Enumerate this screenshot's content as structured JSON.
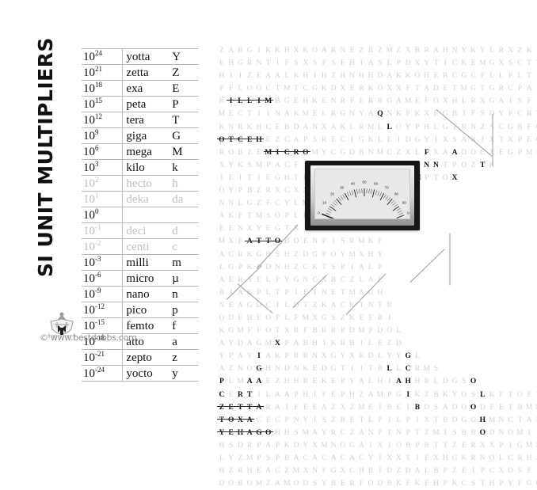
{
  "page": {
    "title": "SI UNIT MULTIPLIERS",
    "background_color": "#ffffff",
    "grid_letter_color": "#d2d2d2",
    "found_letter_color": "#111111",
    "dim_row_color": "#c0c0c0"
  },
  "table": {
    "columns": [
      "power",
      "prefix",
      "symbol"
    ],
    "rows": [
      {
        "power": "10",
        "exp": "24",
        "name": "yotta",
        "symbol": "Y",
        "dim": false
      },
      {
        "power": "10",
        "exp": "21",
        "name": "zetta",
        "symbol": "Z",
        "dim": false
      },
      {
        "power": "10",
        "exp": "18",
        "name": "exa",
        "symbol": "E",
        "dim": false
      },
      {
        "power": "10",
        "exp": "15",
        "name": "peta",
        "symbol": "P",
        "dim": false
      },
      {
        "power": "10",
        "exp": "12",
        "name": "tera",
        "symbol": "T",
        "dim": false
      },
      {
        "power": "10",
        "exp": "9",
        "name": "giga",
        "symbol": "G",
        "dim": false
      },
      {
        "power": "10",
        "exp": "6",
        "name": "mega",
        "symbol": "M",
        "dim": false
      },
      {
        "power": "10",
        "exp": "3",
        "name": "kilo",
        "symbol": "k",
        "dim": false
      },
      {
        "power": "10",
        "exp": "2",
        "name": "hecto",
        "symbol": "h",
        "dim": true
      },
      {
        "power": "10",
        "exp": "1",
        "name": "deka",
        "symbol": "da",
        "dim": true
      },
      {
        "power": "10",
        "exp": "0",
        "name": "",
        "symbol": "",
        "dim": false
      },
      {
        "power": "10",
        "exp": "-1",
        "name": "deci",
        "symbol": "d",
        "dim": true
      },
      {
        "power": "10",
        "exp": "-2",
        "name": "centi",
        "symbol": "c",
        "dim": true
      },
      {
        "power": "10",
        "exp": "-3",
        "name": "milli",
        "symbol": "m",
        "dim": false
      },
      {
        "power": "10",
        "exp": "-6",
        "name": "micro",
        "symbol": "µ",
        "dim": false
      },
      {
        "power": "10",
        "exp": "-9",
        "name": "nano",
        "symbol": "n",
        "dim": false
      },
      {
        "power": "10",
        "exp": "-12",
        "name": "pico",
        "symbol": "p",
        "dim": false
      },
      {
        "power": "10",
        "exp": "-15",
        "name": "femto",
        "symbol": "f",
        "dim": false
      },
      {
        "power": "10",
        "exp": "-18",
        "name": "atto",
        "symbol": "a",
        "dim": false
      },
      {
        "power": "10",
        "exp": "-21",
        "name": "zepto",
        "symbol": "z",
        "dim": false
      },
      {
        "power": "10",
        "exp": "-24",
        "name": "yocto",
        "symbol": "y",
        "dim": false
      }
    ]
  },
  "word_grid": {
    "cols": 33,
    "rows": 25,
    "letters": [
      "ZABGIKKHXKOARNEZBZMZXBRAHNYKYLRXZKI",
      "EHGRNTIFSXSPSEHIASLPDXYTICKEMGXSCTY",
      "HIIZEAALKHIHZHNHHDAKKOHERCGCPLLPLTE",
      "PFLOOCTMTCGKDXERKOXXFTADETMGTGRCPAL",
      "KILLIMBGEHKENRFERRGAMEFOXHLRXGAISF",
      "MECTIINAKMELRGNYAQNKPKXEGBIFSDYPCRY",
      "KNRKHCEBDANXAKLRMLLOYPHLGTRNZSCGBFG",
      "OTCEHEZCAPSRECIGKLEIDGYIXSANIXTXPEO",
      "ROBZEMICROMYCGDBNMCZXLFXAADOCXEGPMR",
      "XYKSMPACFIFXLYYNPICGMLNNTPOZTK",
      "IEITIEGHTFMKKLKEDYLEAMPTOX",
      "OYPBZRXCXXBMMYNZSNTTTX",
      "NNLGZFCYLMEDAHECFKSSTK",
      "AKFTMSOPLETICIDFLIZL",
      "EENXYEGTXITCGMMNESZK",
      "MXFATTOBOENPISRMKF",
      "ACRKGBSHZDGPOYMXHY",
      "LGPKPDNHZCKTSPIALP",
      "AERSELPYGNCXBCZLAE",
      "BIAKPLTPIETNETMAGH",
      "NEAGDCILDTZKACKTNTR",
      "ODEHEOPLFMXGSZKEFRI",
      "KGMFFOTXRFBRRPDMPDOL",
      "AYDAGMXPABHIKRBILEZD",
      "YPAYIAKPRRNXGYXRDLYYGL",
      "AZNOGHNDNKEDGTIITBLLCRMS",
      "PLMAAEZHHREKEPYALHIAHHRLDGSO",
      "CERTILAAPHIFEPHZAMPGIKZBKYOSLKFTOFT",
      "ZETTARAIFEEAZXZMEIBEIBDSADOODFETBMMACC",
      "TOXACFCPNYISZBETLPILPIXTBDGGHMNCTABROK",
      "YEHAGOHHSMAYRCZANPTNPTZMISBBODNOMISEYE",
      "HSDRPAPKDYXMNOGAIXIOBPBTTZERXXPIGMK",
      "LYZMPSPBACACACACYIXXTIFXHGKRNOLCRHA",
      "HZRHEACZMXNFGXCHBIDZDALBPZEIPCXDSFF",
      "DOBOMZAMODSYBERFODBKFKFHPKCSTHPYFGO"
    ],
    "found_words": [
      {
        "word": "MILLI",
        "direction": "reversed-horizontal",
        "shown": "ILLIM"
      },
      {
        "word": "HECTO",
        "direction": "reversed-horizontal",
        "shown": "OTCEH"
      },
      {
        "word": "MICRO",
        "direction": "horizontal",
        "shown": "MICRO"
      },
      {
        "word": "ATTO",
        "direction": "horizontal",
        "shown": "ATTO"
      },
      {
        "word": "ZETTA",
        "direction": "horizontal",
        "shown": "ZETTA"
      },
      {
        "word": "NANO",
        "direction": "diagonal-down-right",
        "shown": "NANO"
      },
      {
        "word": "GIGA",
        "direction": "diagonal-up-right",
        "shown": "GIGA"
      },
      {
        "word": "FEMTO",
        "direction": "vertical",
        "shown": "FEMTO"
      },
      {
        "word": "EXA",
        "direction": "vertical",
        "shown": "EXA"
      },
      {
        "word": "CENTI",
        "direction": "vertical",
        "shown": "CENTI"
      },
      {
        "word": "PETA",
        "direction": "diagonal-up-right",
        "shown": "PETA"
      },
      {
        "word": "PICO",
        "direction": "diagonal-up-right",
        "shown": "PICO"
      },
      {
        "word": "YOCTO",
        "direction": "mixed",
        "shown": "YOCTO"
      },
      {
        "word": "MEGA",
        "direction": "diagonal",
        "shown": "MEGA"
      },
      {
        "word": "KILO",
        "direction": "diagonal",
        "shown": "KILO"
      },
      {
        "word": "DEKA",
        "direction": "diagonal",
        "shown": "DEKA"
      }
    ]
  },
  "meter": {
    "type": "analog-panel-meter",
    "scale_labels": [
      "0",
      "10",
      "20",
      "30",
      "40",
      "50",
      "60",
      "70",
      "80",
      "90",
      "100"
    ],
    "scale_min": 0,
    "scale_max": 100,
    "needle_value": 0,
    "bezel_color": "#15151a",
    "face_color": "#e8e8e6"
  },
  "logo": {
    "url_text": "© www.bestdobbs.com",
    "crest_alt": "heraldic-crest"
  }
}
